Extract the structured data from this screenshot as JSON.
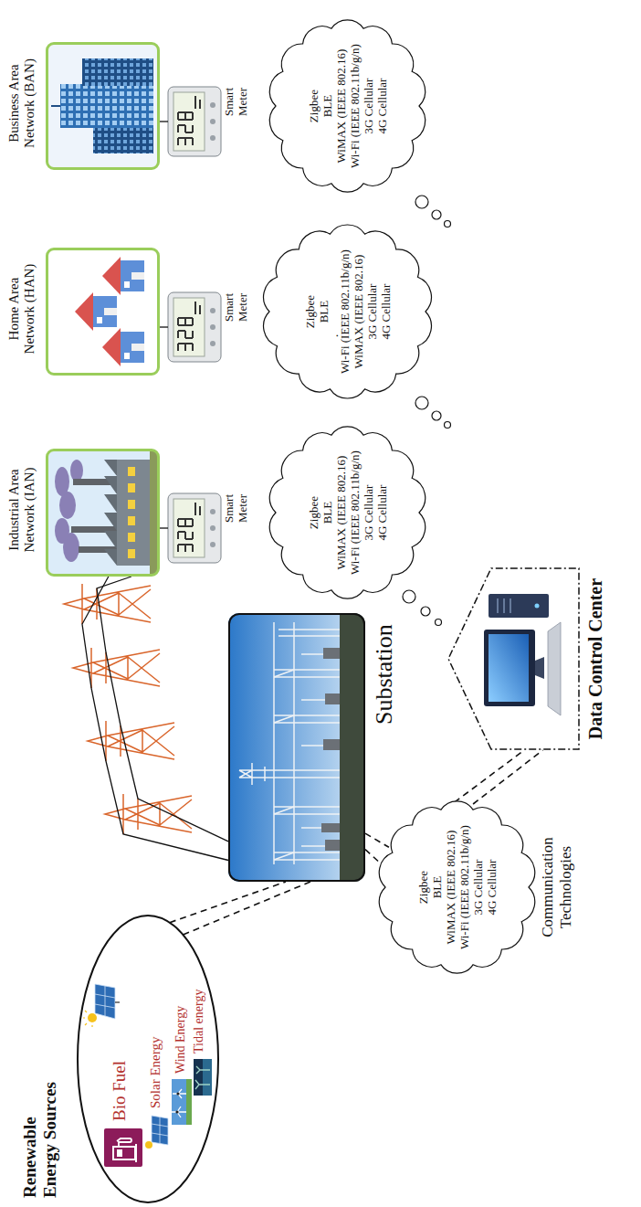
{
  "diagram": {
    "nodes": [
      {
        "text": [
          "Renewable Energy Sources",
          "Bio Fuel",
          "Solar Energy",
          "Wind Energy",
          "Tidal energy"
        ]
      },
      {
        "text": [
          "Substation"
        ]
      },
      {
        "text": [
          "Industrial Area Network (IAN)"
        ]
      },
      {
        "text": [
          "Home Area Network (HAN)"
        ]
      },
      {
        "text": [
          "Business Area Network (BAN)"
        ]
      },
      {
        "text": [
          "Smart Meter"
        ]
      },
      {
        "text": [
          "Smart Meter"
        ]
      },
      {
        "text": [
          "Smart Meter"
        ]
      },
      {
        "text": [
          "Zigbee",
          "BLE",
          "WiMAX (IEEE 802.16)",
          "Wi-Fi (IEEE 802.11b/g/n)",
          "3G Cellular",
          "4G Cellular"
        ]
      },
      {
        "text": [
          "Zigbee",
          "BLE",
          ".",
          "Wi-Fi (IEEE 802.11b/g/n)",
          "WiMAX (IEEE 802.16)",
          "3G Cellular",
          "4G Cellular"
        ]
      },
      {
        "text": [
          "Zigbee",
          "BLE",
          "WiMAX (IEEE 802.16)",
          "Wi-Fi (IEEE 802.11b/g/n)",
          "3G Cellular",
          "4G Cellular"
        ]
      },
      {
        "text": [
          "Zigbee",
          "BLE",
          "WiMAX (IEEE 802.16)",
          "Wi-Fi (IEEE 802.11b/g/n)",
          "3G Cellular",
          "4G Cellular",
          "Communication Technologies"
        ]
      },
      {
        "text": [
          "Data Control Center"
        ]
      }
    ],
    "edges": [
      {
        "from": 0,
        "to": 1,
        "arrow": "none"
      },
      {
        "from": 1,
        "to": 2,
        "arrow": "none"
      },
      {
        "from": 2,
        "to": 5,
        "arrow": "none"
      },
      {
        "from": 3,
        "to": 6,
        "arrow": "none"
      },
      {
        "from": 4,
        "to": 7,
        "arrow": "none"
      },
      {
        "from": 1,
        "to": 11,
        "arrow": "none"
      },
      {
        "from": 11,
        "to": 12,
        "arrow": "none"
      }
    ]
  }
}
